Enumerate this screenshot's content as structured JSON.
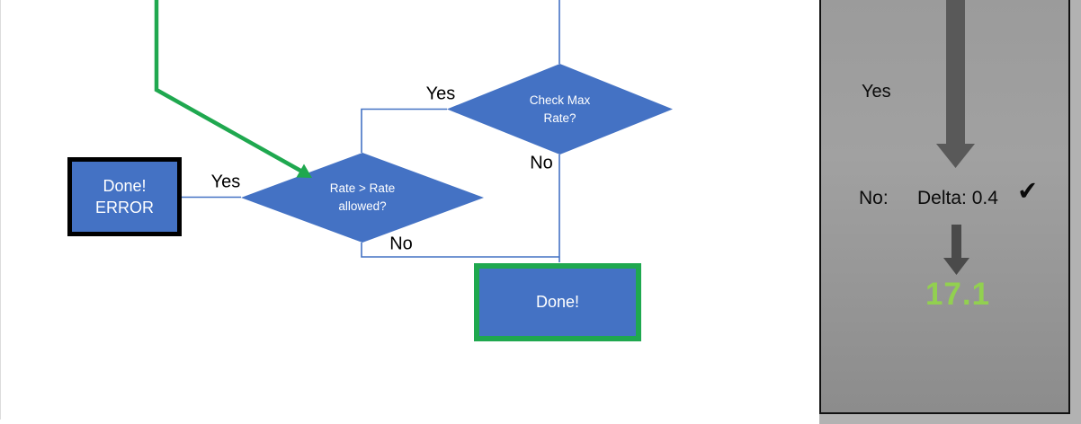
{
  "colors": {
    "shape_blue": "#4472C4",
    "connector_blue": "#4472C4",
    "green": "#1FA84F",
    "light_green": "#92D050",
    "arrow_dark_gray": "#595959",
    "panel_gray": "#999999",
    "border_black": "#000000"
  },
  "flowchart": {
    "check_max_rate": {
      "label": "Check Max\nRate?",
      "yes_label": "Yes",
      "no_label": "No"
    },
    "rate_allowed": {
      "label": "Rate > Rate\nallowed?",
      "yes_label": "Yes",
      "no_label": "No"
    },
    "done_error_box": {
      "label": "Done!\nERROR"
    },
    "done_box": {
      "label": "Done!"
    }
  },
  "panel": {
    "yes_label": "Yes",
    "no_label": "No:",
    "delta_label": "Delta: 0.4",
    "check_icon": "✔",
    "result_value": "17.1"
  }
}
